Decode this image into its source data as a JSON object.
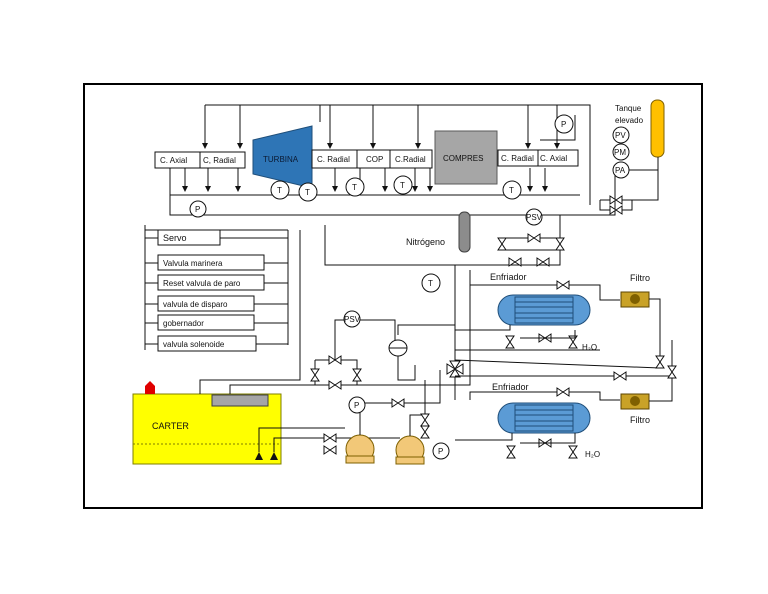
{
  "labels": {
    "axial_left": "C. Axial",
    "radial_left": "C, Radial",
    "turbine": "TURBINA",
    "radial_1": "C. Radial",
    "cop": "COP",
    "radial_2": "C.Radial",
    "compressor": "COMPRES",
    "radial_3": "C. Radial",
    "axial_right": "C. Axial",
    "elevated_tank_line1": "Tanque",
    "elevated_tank_line2": "elevado",
    "nitrogen": "Nitrógeno",
    "cooler_top": "Enfriador",
    "cooler_bottom": "Enfriador",
    "filter_top": "Filtro",
    "filter_bottom": "Filtro",
    "h2o_top": "H₂O",
    "h2o_bottom": "H₂O",
    "sump": "CARTER"
  },
  "control_items": [
    "Servo",
    "Valvula marinera",
    "Reset valvula de paro",
    "valvula de disparo",
    "gobernador",
    "valvula solenoide"
  ],
  "instruments": {
    "p": "P",
    "t": "T",
    "psv": "PSV",
    "pv": "PV",
    "pm": "PM",
    "pa": "PA"
  },
  "colors": {
    "turbine": "#2e75b6",
    "compressor": "#a6a6a6",
    "sump": "#ffff00",
    "elevated_tank": "#ffc000",
    "cooler": "#5b9bd5",
    "filter": "#c9a227",
    "pump": "#f2c878",
    "nitrogen": "#8c8c8c",
    "vent": "#e00000"
  }
}
